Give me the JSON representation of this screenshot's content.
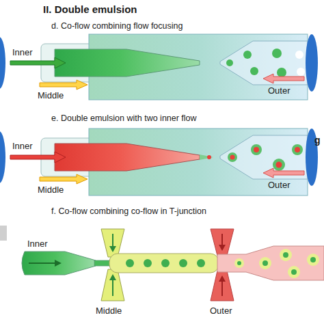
{
  "diagram": {
    "title": "II. Double emulsion",
    "labels": [
      "d. Co-flow combining flow focusing",
      "Inner",
      "Middle",
      "Outer",
      "e. Double emulsion with two inner flow",
      "Inner",
      "Middle",
      "Outer",
      "f. Co-flow combining co-flow in T-junction",
      "Inner",
      "Middle",
      "Outer",
      "g"
    ]
  }
}
